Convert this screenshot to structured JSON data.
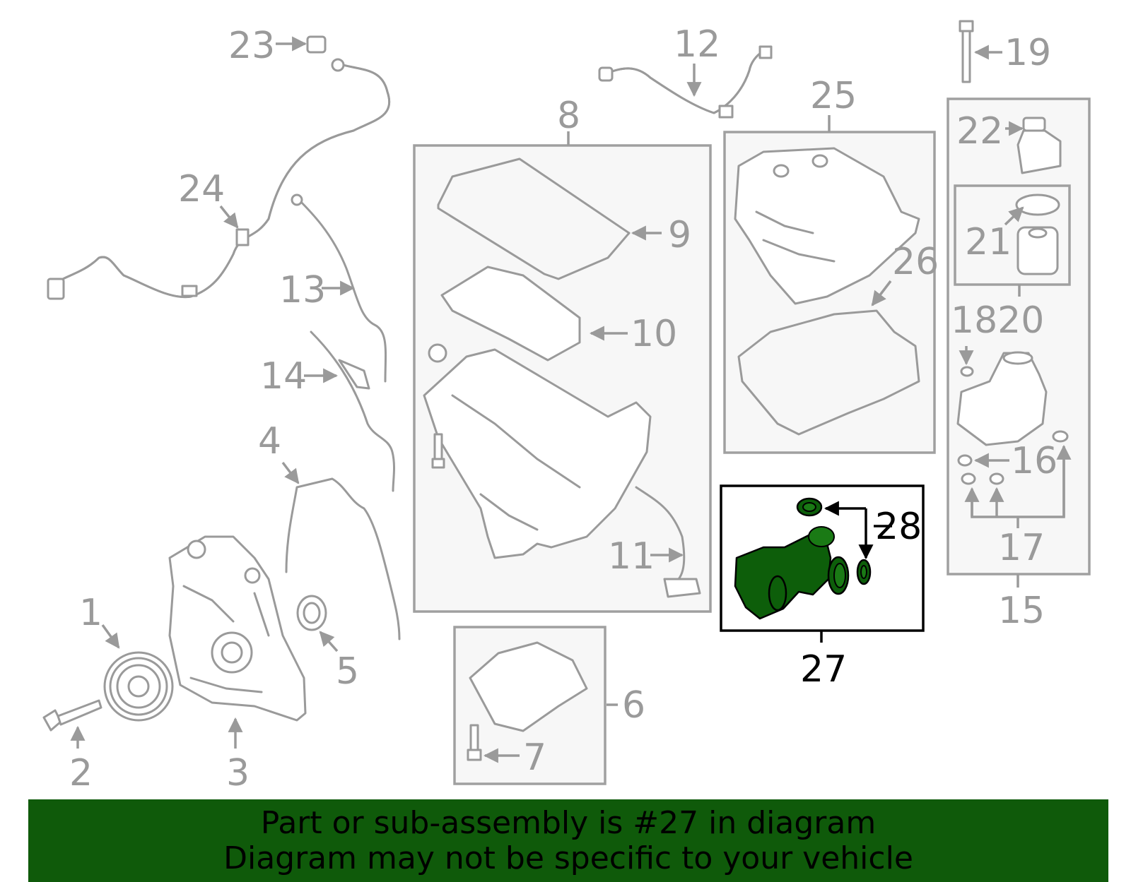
{
  "callouts": {
    "c1": "1",
    "c2": "2",
    "c3": "3",
    "c4": "4",
    "c5": "5",
    "c6": "6",
    "c7": "7",
    "c8": "8",
    "c9": "9",
    "c10": "10",
    "c11": "11",
    "c12": "12",
    "c13": "13",
    "c14": "14",
    "c15": "15",
    "c16": "16",
    "c17": "17",
    "c1820": "1820",
    "c19": "19",
    "c21": "21",
    "c22": "22",
    "c23": "23",
    "c24": "24",
    "c25": "25",
    "c26": "26",
    "c27": "27",
    "c28": "28"
  },
  "highlight": {
    "part_number": "27",
    "color": "#0f5a0a"
  },
  "banner": {
    "line1": "Part or sub-assembly is #27 in diagram",
    "line2": "Diagram may not be specific to your vehicle"
  }
}
